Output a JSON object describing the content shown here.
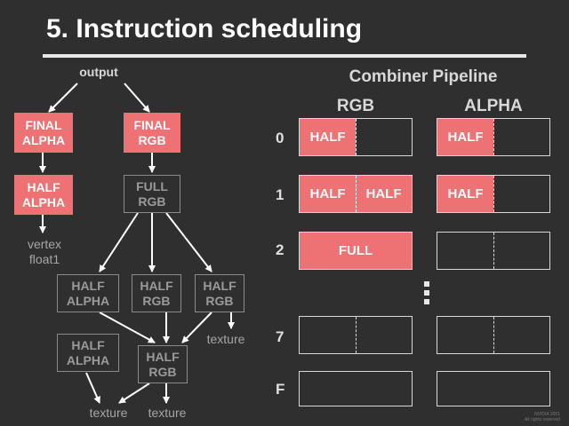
{
  "slide": {
    "title": "5. Instruction scheduling",
    "footer_mark_1": "NVIDIA 2001",
    "footer_mark_2": "All rights reserved"
  },
  "tree": {
    "output_label": "output",
    "final_alpha": "FINAL\nALPHA",
    "final_rgb": "FINAL\nRGB",
    "half_alpha_top": "HALF\nALPHA",
    "full_rgb": "FULL\nRGB",
    "vertex_float": "vertex\nfloat1",
    "half_alpha_mid": "HALF\nALPHA",
    "half_rgb_mid_a": "HALF\nRGB",
    "half_rgb_mid_b": "HALF\nRGB",
    "texture_right": "texture",
    "half_alpha_low": "HALF\nALPHA",
    "half_rgb_low": "HALF\nRGB",
    "texture_bottom_left": "texture",
    "texture_bottom_right": "texture"
  },
  "pipeline": {
    "title": "Combiner Pipeline",
    "rgb_header": "RGB",
    "alpha_header": "ALPHA",
    "rows": [
      {
        "label": "0",
        "rgb_left": "HALF",
        "rgb_right": "",
        "alpha_left": "HALF"
      },
      {
        "label": "1",
        "rgb_left": "HALF",
        "rgb_right": "HALF",
        "alpha_left": "HALF"
      },
      {
        "label": "2",
        "rgb_full": "FULL"
      },
      {
        "label": "7"
      },
      {
        "label": "F"
      }
    ]
  },
  "colors": {
    "accent_red": "#ee7273",
    "background": "#2f2f2f"
  }
}
